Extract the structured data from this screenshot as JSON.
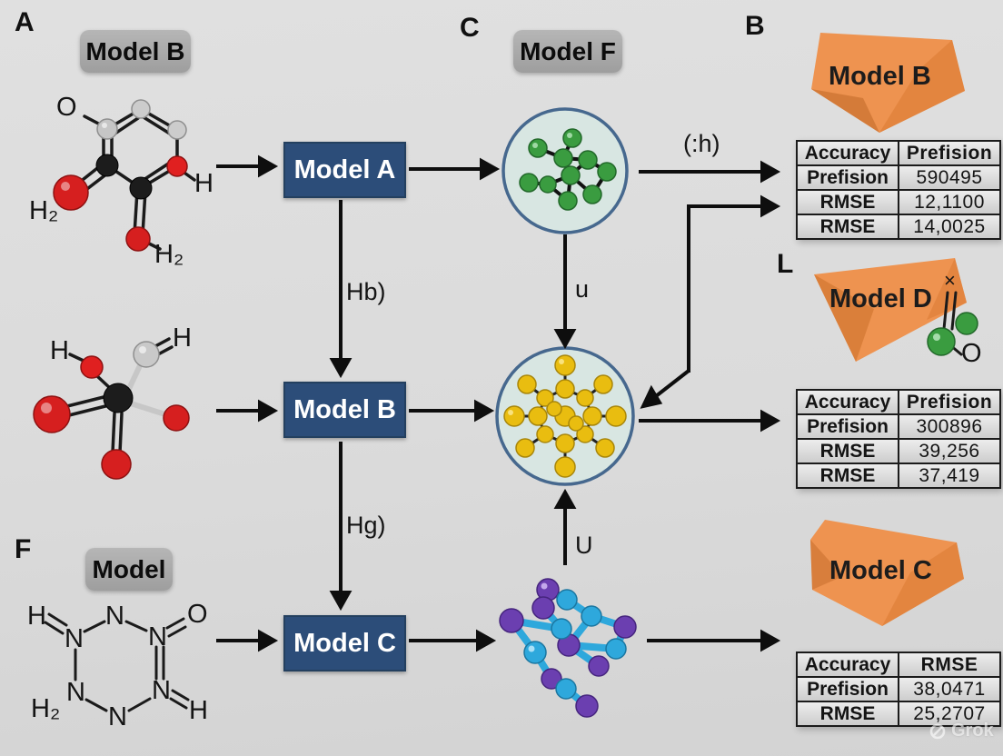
{
  "panel_letters": {
    "a": "A",
    "c": "C",
    "b": "B",
    "l": "L",
    "f": "F"
  },
  "badges": {
    "top_left": "Model B",
    "top_center": "Model F",
    "bottom_left": "Model"
  },
  "flow_boxes": {
    "model_a": "Model A",
    "model_b": "Model B",
    "model_c": "Model C"
  },
  "edge_labels": {
    "hb": "Hb)",
    "hg": "Hg)",
    "u_mid": "u",
    "u_up": "U",
    "fh": "(:h)"
  },
  "orange_shapes": {
    "top": "Model B",
    "middle": "Model D",
    "bottom": "Model C"
  },
  "model_d_annotations": {
    "x": "×",
    "o": "O"
  },
  "molecule_a_labels": {
    "o": "O",
    "h": "H",
    "h2_left": "H₂",
    "h2_bottom": "H₂"
  },
  "molecule_mid_labels": {
    "h_left": "H",
    "h_right": "H"
  },
  "molecule_f_labels": {
    "h_top": "H",
    "n1": "N",
    "n2": "N",
    "n3": "N",
    "o": "O",
    "n4": "N",
    "h_right": "H",
    "n5": "N",
    "n6": "N",
    "h2": "H₂"
  },
  "tables": [
    {
      "header": [
        "Accuracy",
        "Prefision"
      ],
      "rows": [
        [
          "Prefision",
          "590495"
        ],
        [
          "RMSE",
          "12,1100"
        ],
        [
          "RMSE",
          "14,0025"
        ]
      ]
    },
    {
      "header": [
        "Accuracy",
        "Prefision"
      ],
      "rows": [
        [
          "Prefision",
          "300896"
        ],
        [
          "RMSE",
          "39,256"
        ],
        [
          "RMSE",
          "37,419"
        ]
      ]
    },
    {
      "header": [
        "Accuracy",
        "RMSE"
      ],
      "rows": [
        [
          "Prefision",
          "38,0471"
        ],
        [
          "RMSE",
          "25,2707"
        ]
      ]
    }
  ],
  "watermark": {
    "text": "Grok"
  },
  "colors": {
    "background": "#dcdcdc",
    "navy_box": "#2c4d79",
    "orange_shape": "#ee9350",
    "green_atom": "#3a9c40",
    "yellow_atom": "#e9bd10",
    "blue_atom": "#2ea8dc",
    "purple_atom": "#6b3fb0",
    "red_atom": "#d61f1f",
    "circle_fill": "#d8e6e2",
    "circle_stroke": "#46688e"
  }
}
